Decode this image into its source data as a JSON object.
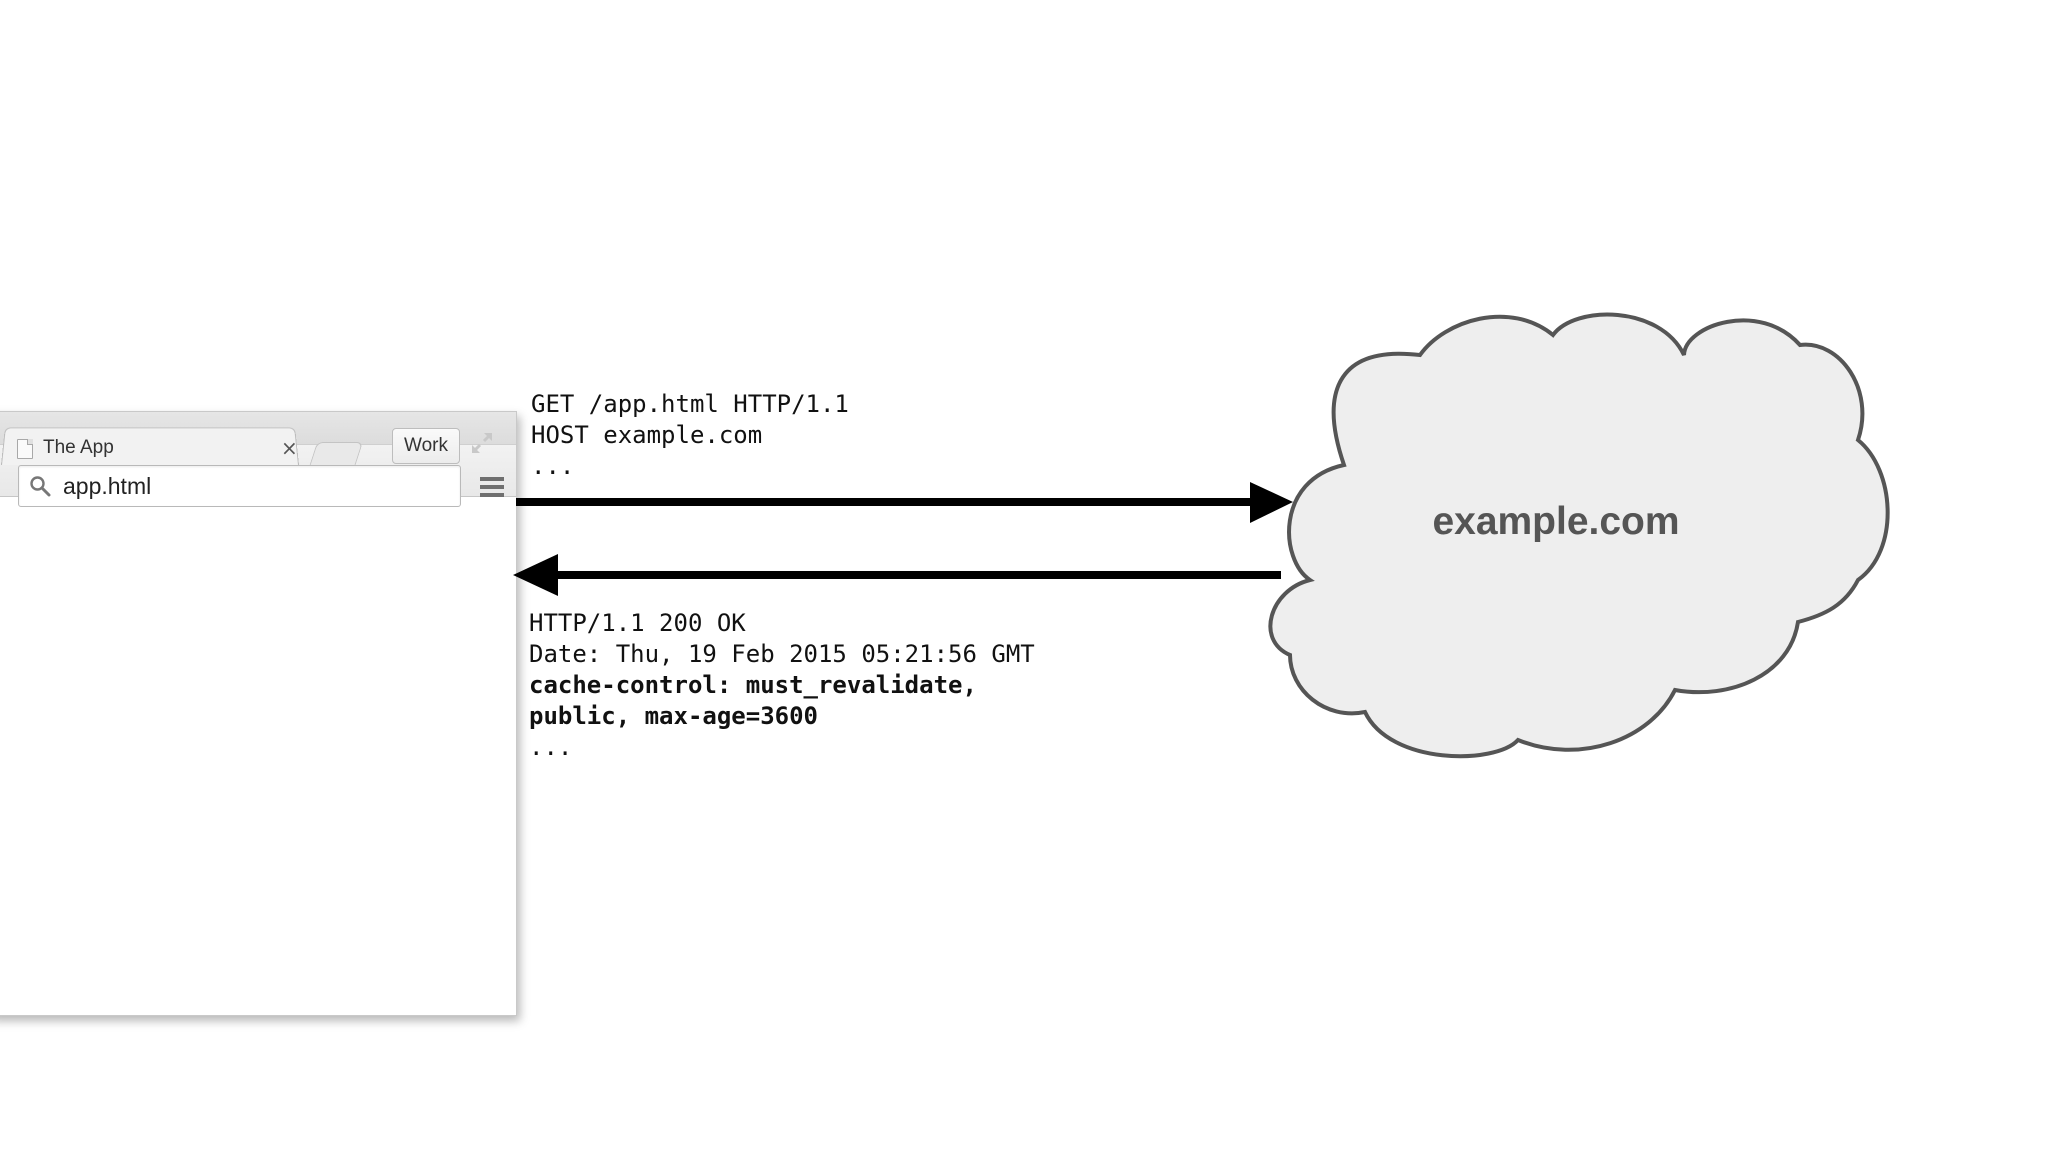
{
  "browser": {
    "tab": {
      "title": "The App",
      "close_symbol": "×"
    },
    "profile_button_label": "Work",
    "omnibox": {
      "value": "app.html"
    },
    "icons": [
      "page-icon",
      "close-icon",
      "new-tab-button",
      "fullscreen-icon",
      "search-icon",
      "menu-icon"
    ]
  },
  "request": {
    "lines": [
      "GET /app.html HTTP/1.1",
      "HOST example.com",
      "..."
    ]
  },
  "response": {
    "status_line": "HTTP/1.1 200 OK",
    "date_line": "Date: Thu, 19 Feb 2015 05:21:56 GMT",
    "cache_control_line_1": "cache-control: must_revalidate,",
    "cache_control_line_2": "public, max-age=3600",
    "ellipsis": "..."
  },
  "server": {
    "label": "example.com"
  },
  "colors": {
    "arrow": "#000000",
    "cloud_fill": "#eeeeee",
    "cloud_stroke": "#555555",
    "cloud_text": "#555555"
  }
}
